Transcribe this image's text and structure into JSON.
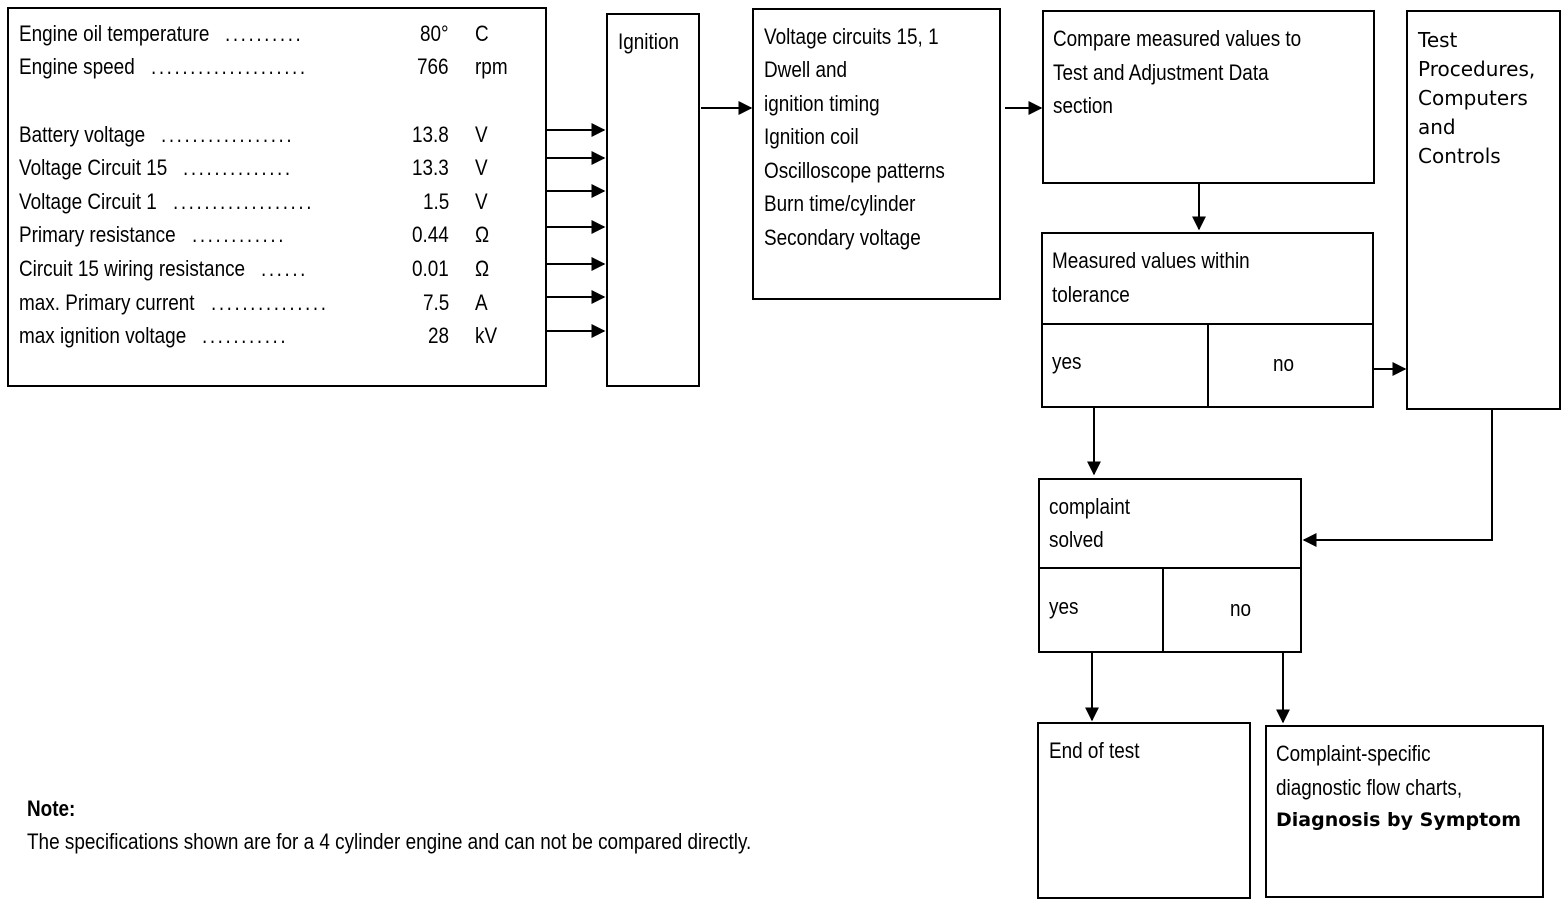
{
  "specs": {
    "rows": [
      {
        "label": "Engine oil temperature",
        "dots": "..........",
        "value": "80°",
        "unit": "C"
      },
      {
        "label": "Engine speed",
        "dots": "....................",
        "value": "766",
        "unit": "rpm"
      },
      {
        "label": "Battery voltage",
        "dots": ".................",
        "value": "13.8",
        "unit": "V"
      },
      {
        "label": "Voltage Circuit 15",
        "dots": "..............",
        "value": "13.3",
        "unit": "V"
      },
      {
        "label": "Voltage Circuit 1",
        "dots": "..................",
        "value": "1.5",
        "unit": "V"
      },
      {
        "label": "Primary resistance",
        "dots": "............",
        "value": "0.44",
        "unit": "Ω"
      },
      {
        "label": "Circuit 15 wiring resistance",
        "dots": "......",
        "value": "0.01",
        "unit": "Ω"
      },
      {
        "label": "max. Primary current",
        "dots": "...............",
        "value": "7.5",
        "unit": "A"
      },
      {
        "label": "max ignition voltage",
        "dots": "...........",
        "value": "28",
        "unit": "kV"
      }
    ]
  },
  "ignition": {
    "label": "Ignition"
  },
  "tests": {
    "lines": [
      "Voltage circuits 15,  1",
      "Dwell and",
      "ignition timing",
      "Ignition coil",
      "Oscilloscope patterns",
      "Burn time/cylinder",
      "Secondary voltage"
    ]
  },
  "compare": {
    "lines": [
      "Compare measured values to",
      "Test and Adjustment Data",
      "section"
    ]
  },
  "procedures": {
    "lines": [
      "Test",
      "Procedures,",
      "Computers",
      "and",
      "Controls"
    ]
  },
  "tolerance": {
    "lines": [
      "Measured values within",
      "tolerance"
    ],
    "yes": "yes",
    "no": "no"
  },
  "solved": {
    "lines": [
      "complaint",
      "solved"
    ],
    "yes": "yes",
    "no": "no"
  },
  "end": {
    "label": "End of test"
  },
  "specific": {
    "lines": [
      "Complaint-specific",
      "diagnostic flow charts,"
    ],
    "bold": "Diagnosis by Symptom"
  },
  "note": {
    "title": "Note:",
    "text": "The specifications shown are for a 4 cylinder engine and can not be compared directly."
  }
}
